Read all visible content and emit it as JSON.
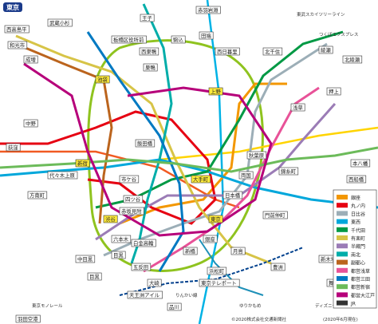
{
  "header": {
    "badge": "東京"
  },
  "legend": [
    {
      "label": "銀座",
      "color": "#f39700"
    },
    {
      "label": "丸ノ内",
      "color": "#e60012"
    },
    {
      "label": "日比谷",
      "color": "#9caeb7"
    },
    {
      "label": "東西",
      "color": "#00a7db"
    },
    {
      "label": "千代田",
      "color": "#009944"
    },
    {
      "label": "有楽町",
      "color": "#d7c447"
    },
    {
      "label": "半蔵門",
      "color": "#9b7cb6"
    },
    {
      "label": "南北",
      "color": "#00ada9"
    },
    {
      "label": "副都心",
      "color": "#bb641d"
    },
    {
      "label": "都営浅草",
      "color": "#e85298"
    },
    {
      "label": "都営三田",
      "color": "#0079c2"
    },
    {
      "label": "都営新宿",
      "color": "#6cbb5a"
    },
    {
      "label": "都営大江戸",
      "color": "#b6007a"
    },
    {
      "label": "JR",
      "color": "#333333"
    }
  ],
  "labels": {
    "tokyo_skytree_line": "東武スカイツリーライン",
    "tsukuba_express": "つくばエクスプレス",
    "disney_resort_line": "ディズニーリゾートライン",
    "rinkai_line": "りんかい線",
    "yurikamome": "ゆりかもめ",
    "tokyo_monorail": "東京モノレール",
    "copyright": "©2020株式会社交通新聞社",
    "date": "(2020年6月現在)"
  },
  "stations": [
    {
      "name": "赤羽岩淵",
      "kind": "box"
    },
    {
      "name": "王子",
      "kind": "box"
    },
    {
      "name": "武蔵小杉",
      "kind": "box"
    },
    {
      "name": "西高島平",
      "kind": "box"
    },
    {
      "name": "成増",
      "kind": "box"
    },
    {
      "name": "和光市",
      "kind": "box"
    },
    {
      "name": "板橋区役所前",
      "kind": "box"
    },
    {
      "name": "西巣鴨",
      "kind": "box"
    },
    {
      "name": "巣鴨",
      "kind": "box"
    },
    {
      "name": "駒込",
      "kind": "box"
    },
    {
      "name": "田端",
      "kind": "box"
    },
    {
      "name": "西日暮里",
      "kind": "box"
    },
    {
      "name": "北千住",
      "kind": "box"
    },
    {
      "name": "綾瀬",
      "kind": "box"
    },
    {
      "name": "北綾瀬",
      "kind": "box"
    },
    {
      "name": "押上",
      "kind": "box"
    },
    {
      "name": "浅草",
      "kind": "box"
    },
    {
      "name": "上野",
      "kind": "hl"
    },
    {
      "name": "池袋",
      "kind": "hl"
    },
    {
      "name": "新宿",
      "kind": "hl"
    },
    {
      "name": "渋谷",
      "kind": "hl"
    },
    {
      "name": "東京",
      "kind": "hl"
    },
    {
      "name": "大手町",
      "kind": "hl"
    },
    {
      "name": "品川",
      "kind": "box"
    },
    {
      "name": "目黒",
      "kind": "box"
    },
    {
      "name": "五反田",
      "kind": "box"
    },
    {
      "name": "大崎",
      "kind": "box"
    },
    {
      "name": "中野",
      "kind": "box"
    },
    {
      "name": "荻窪",
      "kind": "box"
    },
    {
      "name": "方南町",
      "kind": "box"
    },
    {
      "name": "代々木上原",
      "kind": "box"
    },
    {
      "name": "中目黒",
      "kind": "box"
    },
    {
      "name": "秋葉原",
      "kind": "box"
    },
    {
      "name": "日本橋",
      "kind": "box"
    },
    {
      "name": "銀座",
      "kind": "box"
    },
    {
      "name": "新橋",
      "kind": "box"
    },
    {
      "name": "浜松町",
      "kind": "box"
    },
    {
      "name": "豊洲",
      "kind": "box"
    },
    {
      "name": "新木場",
      "kind": "box"
    },
    {
      "name": "西船橋",
      "kind": "box"
    },
    {
      "name": "葛西",
      "kind": "box"
    },
    {
      "name": "本八幡",
      "kind": "box"
    },
    {
      "name": "舞浜",
      "kind": "box"
    },
    {
      "name": "東京テレポート",
      "kind": "box"
    },
    {
      "name": "羽田空港",
      "kind": "box"
    },
    {
      "name": "天王洲アイル",
      "kind": "box"
    },
    {
      "name": "月島",
      "kind": "box"
    },
    {
      "name": "門前仲町",
      "kind": "box"
    },
    {
      "name": "錦糸町",
      "kind": "box"
    },
    {
      "name": "両国",
      "kind": "box"
    },
    {
      "name": "飯田橋",
      "kind": "box"
    },
    {
      "name": "市ケ谷",
      "kind": "box"
    },
    {
      "name": "四ツ谷",
      "kind": "box"
    },
    {
      "name": "赤坂見附",
      "kind": "box"
    },
    {
      "name": "六本木",
      "kind": "box"
    },
    {
      "name": "白金高輪",
      "kind": "box"
    },
    {
      "name": "目黒",
      "kind": "box"
    }
  ]
}
